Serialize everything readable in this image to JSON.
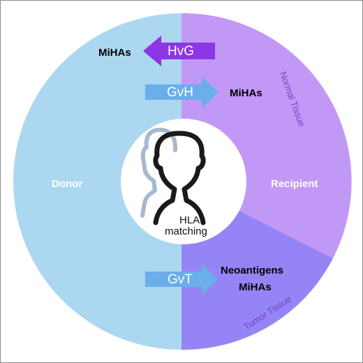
{
  "labels": {
    "donor": "Donor",
    "recipient": "Recipient",
    "hla_line1": "HLA",
    "hla_line2": "matching",
    "normal_tissue": "Normal Tissue",
    "tumor_tissue": "Tumor Tissue"
  },
  "arrows": {
    "hvg": {
      "label": "HvG",
      "target": "MiHAs",
      "direction": "left"
    },
    "gvh": {
      "label": "GvH",
      "target": "MiHAs",
      "direction": "right"
    },
    "gvt": {
      "label": "GvT",
      "target_line1": "Neoantigens",
      "target_line2": "MiHAs",
      "direction": "right"
    }
  },
  "colors": {
    "donor": "#acd7f1",
    "normal_tissue": "#c298f7",
    "tumor_tissue": "#9584f5",
    "hvg_arrow": "#8d36e6",
    "gvh_arrow": "#6aaeea",
    "gvt_arrow": "#6aaeea",
    "tissue_text": "#7a3fbf",
    "head_front": "#1a1a1a",
    "head_back": "#a7b8cf"
  },
  "icons": {
    "center": "head-silhouette-icon"
  }
}
